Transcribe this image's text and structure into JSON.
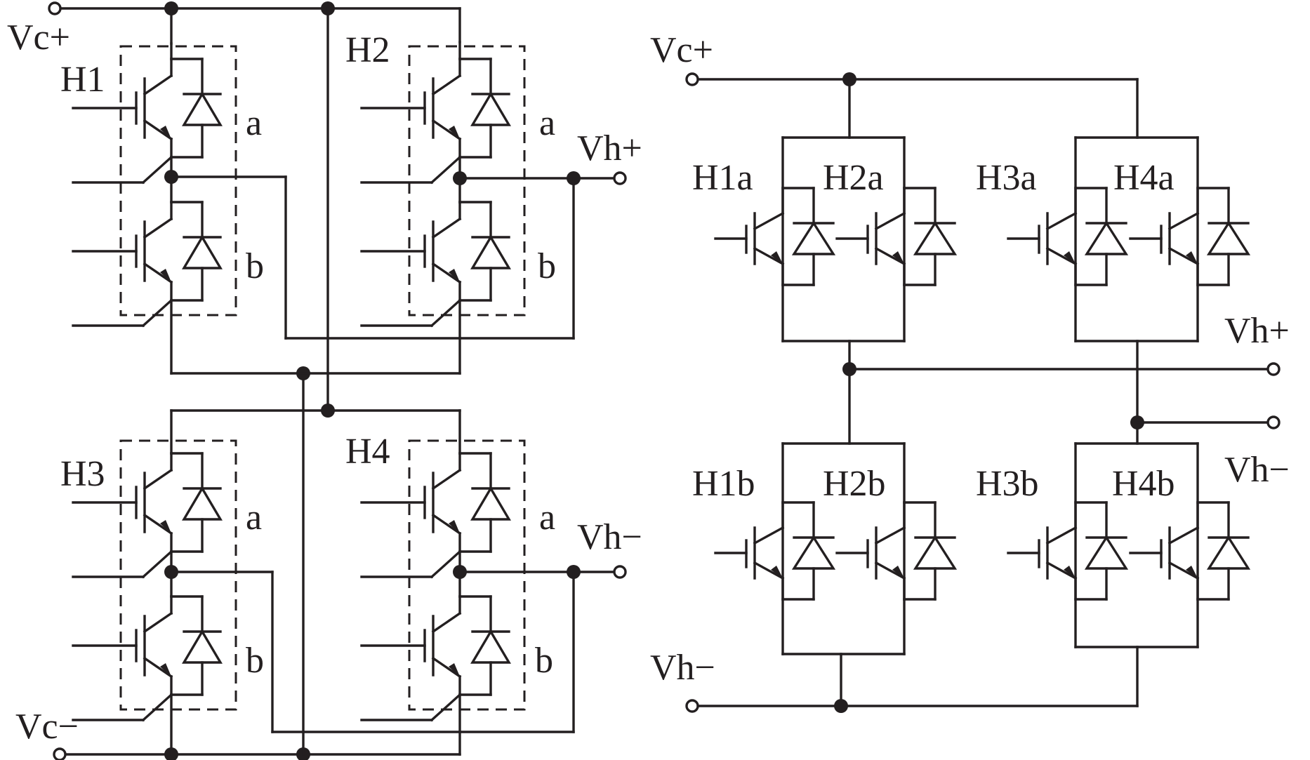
{
  "left": {
    "vc_plus": "Vc+",
    "vc_minus": "Vc−",
    "vh_plus": "Vh+",
    "vh_minus": "Vh−",
    "modules": [
      {
        "name": "H1",
        "upper": "a",
        "lower": "b"
      },
      {
        "name": "H2",
        "upper": "a",
        "lower": "b"
      },
      {
        "name": "H3",
        "upper": "a",
        "lower": "b"
      },
      {
        "name": "H4",
        "upper": "a",
        "lower": "b"
      }
    ]
  },
  "right": {
    "vc_plus": "Vc+",
    "vh_plus": "Vh+",
    "vh_minus_mid": "Vh−",
    "vh_minus_bottom": "Vh−",
    "upper_switches": [
      "H1a",
      "H2a",
      "H3a",
      "H4a"
    ],
    "lower_switches": [
      "H1b",
      "H2b",
      "H3b",
      "H4b"
    ]
  },
  "colors": {
    "ink": "#231f20",
    "background": "#ffffff"
  }
}
